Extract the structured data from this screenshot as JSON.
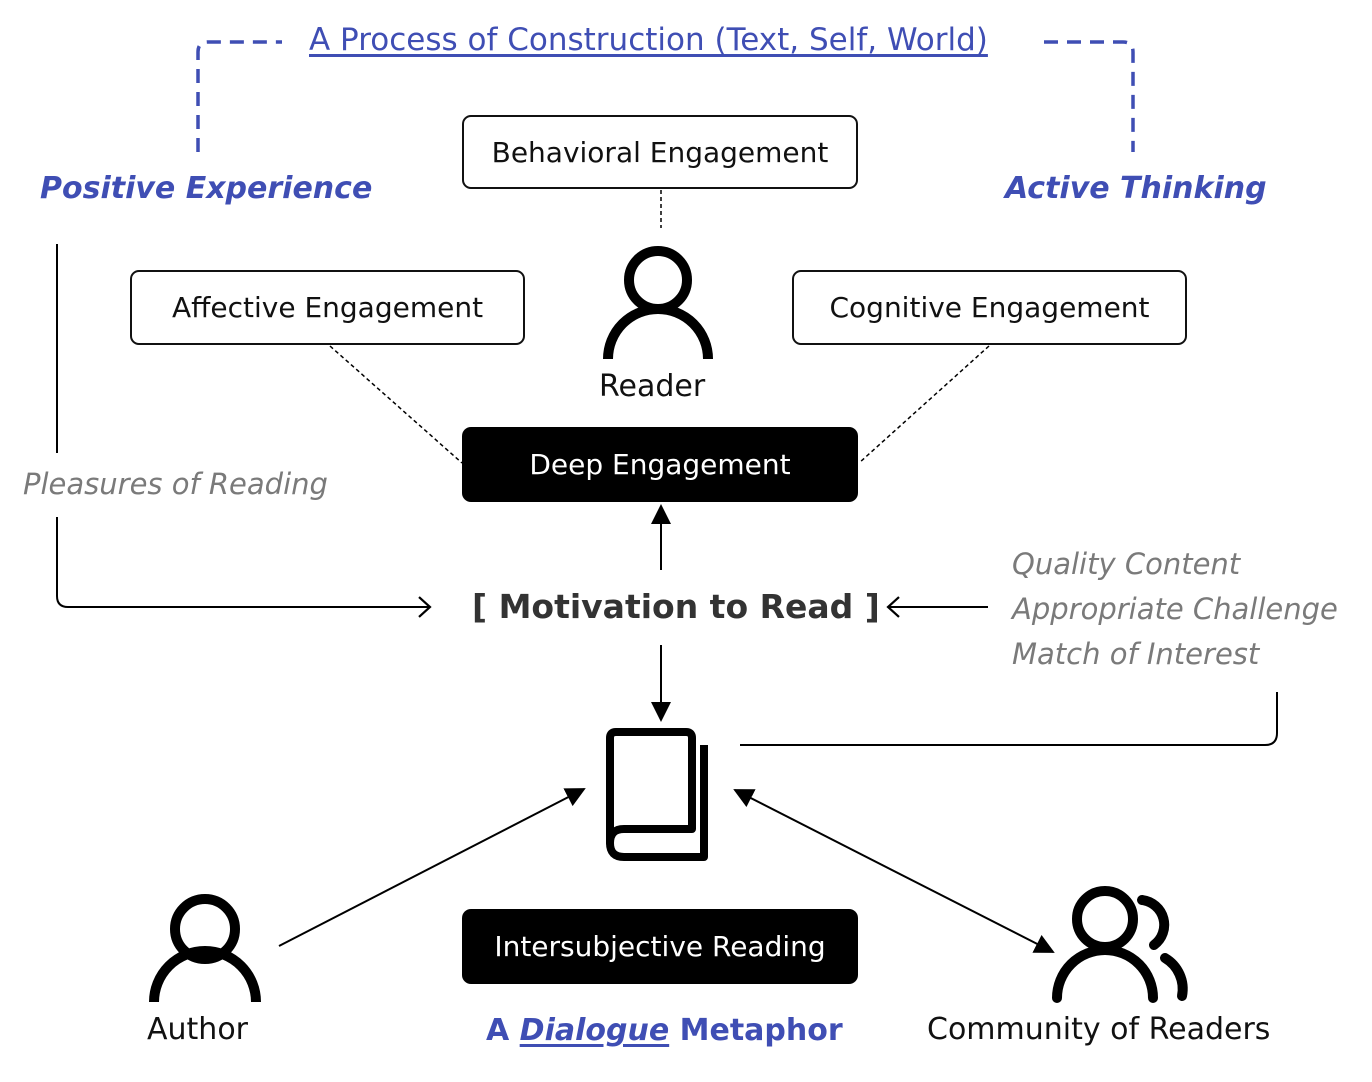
{
  "colors": {
    "accent_blue": "#3f4eb4",
    "muted_gray": "#7a7a7a",
    "ink": "#111111"
  },
  "header": {
    "title": "A Process of Construction (Text, Self, World)"
  },
  "qualities": {
    "left": "Positive Experience",
    "right": "Active Thinking"
  },
  "engagement": {
    "behavioral": "Behavioral Engagement",
    "affective": "Affective Engagement",
    "cognitive": "Cognitive Engagement",
    "deep": "Deep Engagement"
  },
  "actors": {
    "reader": "Reader",
    "author": "Author",
    "community": "Community of Readers"
  },
  "pleasures": "Pleasures of Reading",
  "motivation": "[ Motivation to Read ]",
  "factors": [
    "Quality Content",
    "Appropriate Challenge",
    "Match of Interest"
  ],
  "intersubjective": "Intersubjective Reading",
  "metaphor": {
    "prefix": "A ",
    "emph": "Dialogue",
    "suffix": " Metaphor"
  },
  "icons": {
    "reader": "person-icon",
    "author": "person-icon",
    "community": "people-group-icon",
    "book": "book-icon"
  }
}
